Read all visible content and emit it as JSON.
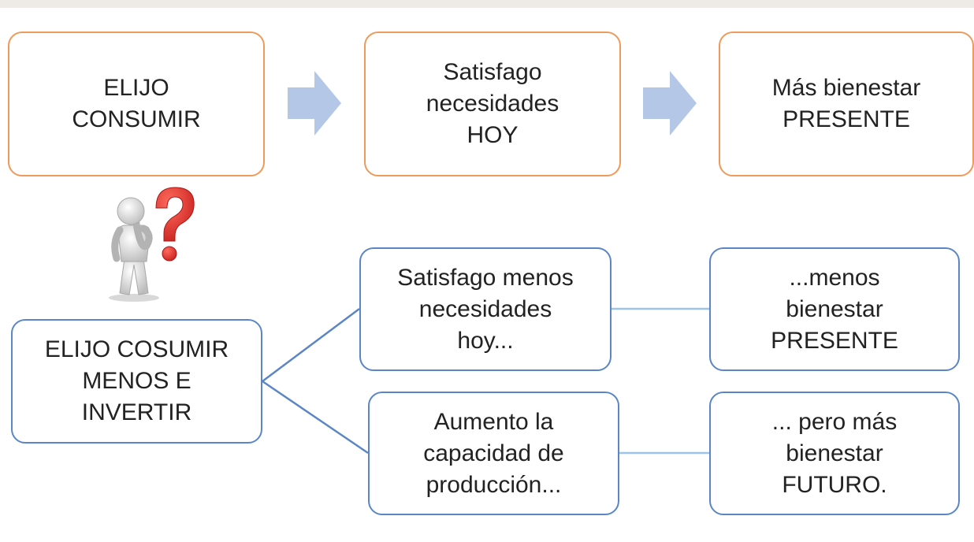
{
  "boxes": {
    "consume": "ELIJO\nCONSUMIR",
    "satisfy_today": "Satisfago\nnecesidades\nHOY",
    "more_wellbeing_present": "Más bienestar\nPRESENTE",
    "consume_less_invest": "ELIJO COSUMIR\nMENOS E\nINVERTIR",
    "satisfy_less": "Satisfago menos\nnecesidades\nhoy...",
    "less_wellbeing_present": "...menos\nbienestar\nPRESENTE",
    "increase_capacity": "Aumento la\ncapacidad de\nproducción...",
    "more_wellbeing_future": "... pero más\nbienestar\nFUTURO."
  },
  "colors": {
    "top_row_border": "#ee9a5a",
    "bottom_border": "#5b86c6",
    "arrow_fill": "#b4c7e7",
    "connector": "#5b86c6",
    "question_mark": "#e0302e"
  },
  "icons": {
    "figure": "thinking-person-with-question-mark-icon"
  }
}
